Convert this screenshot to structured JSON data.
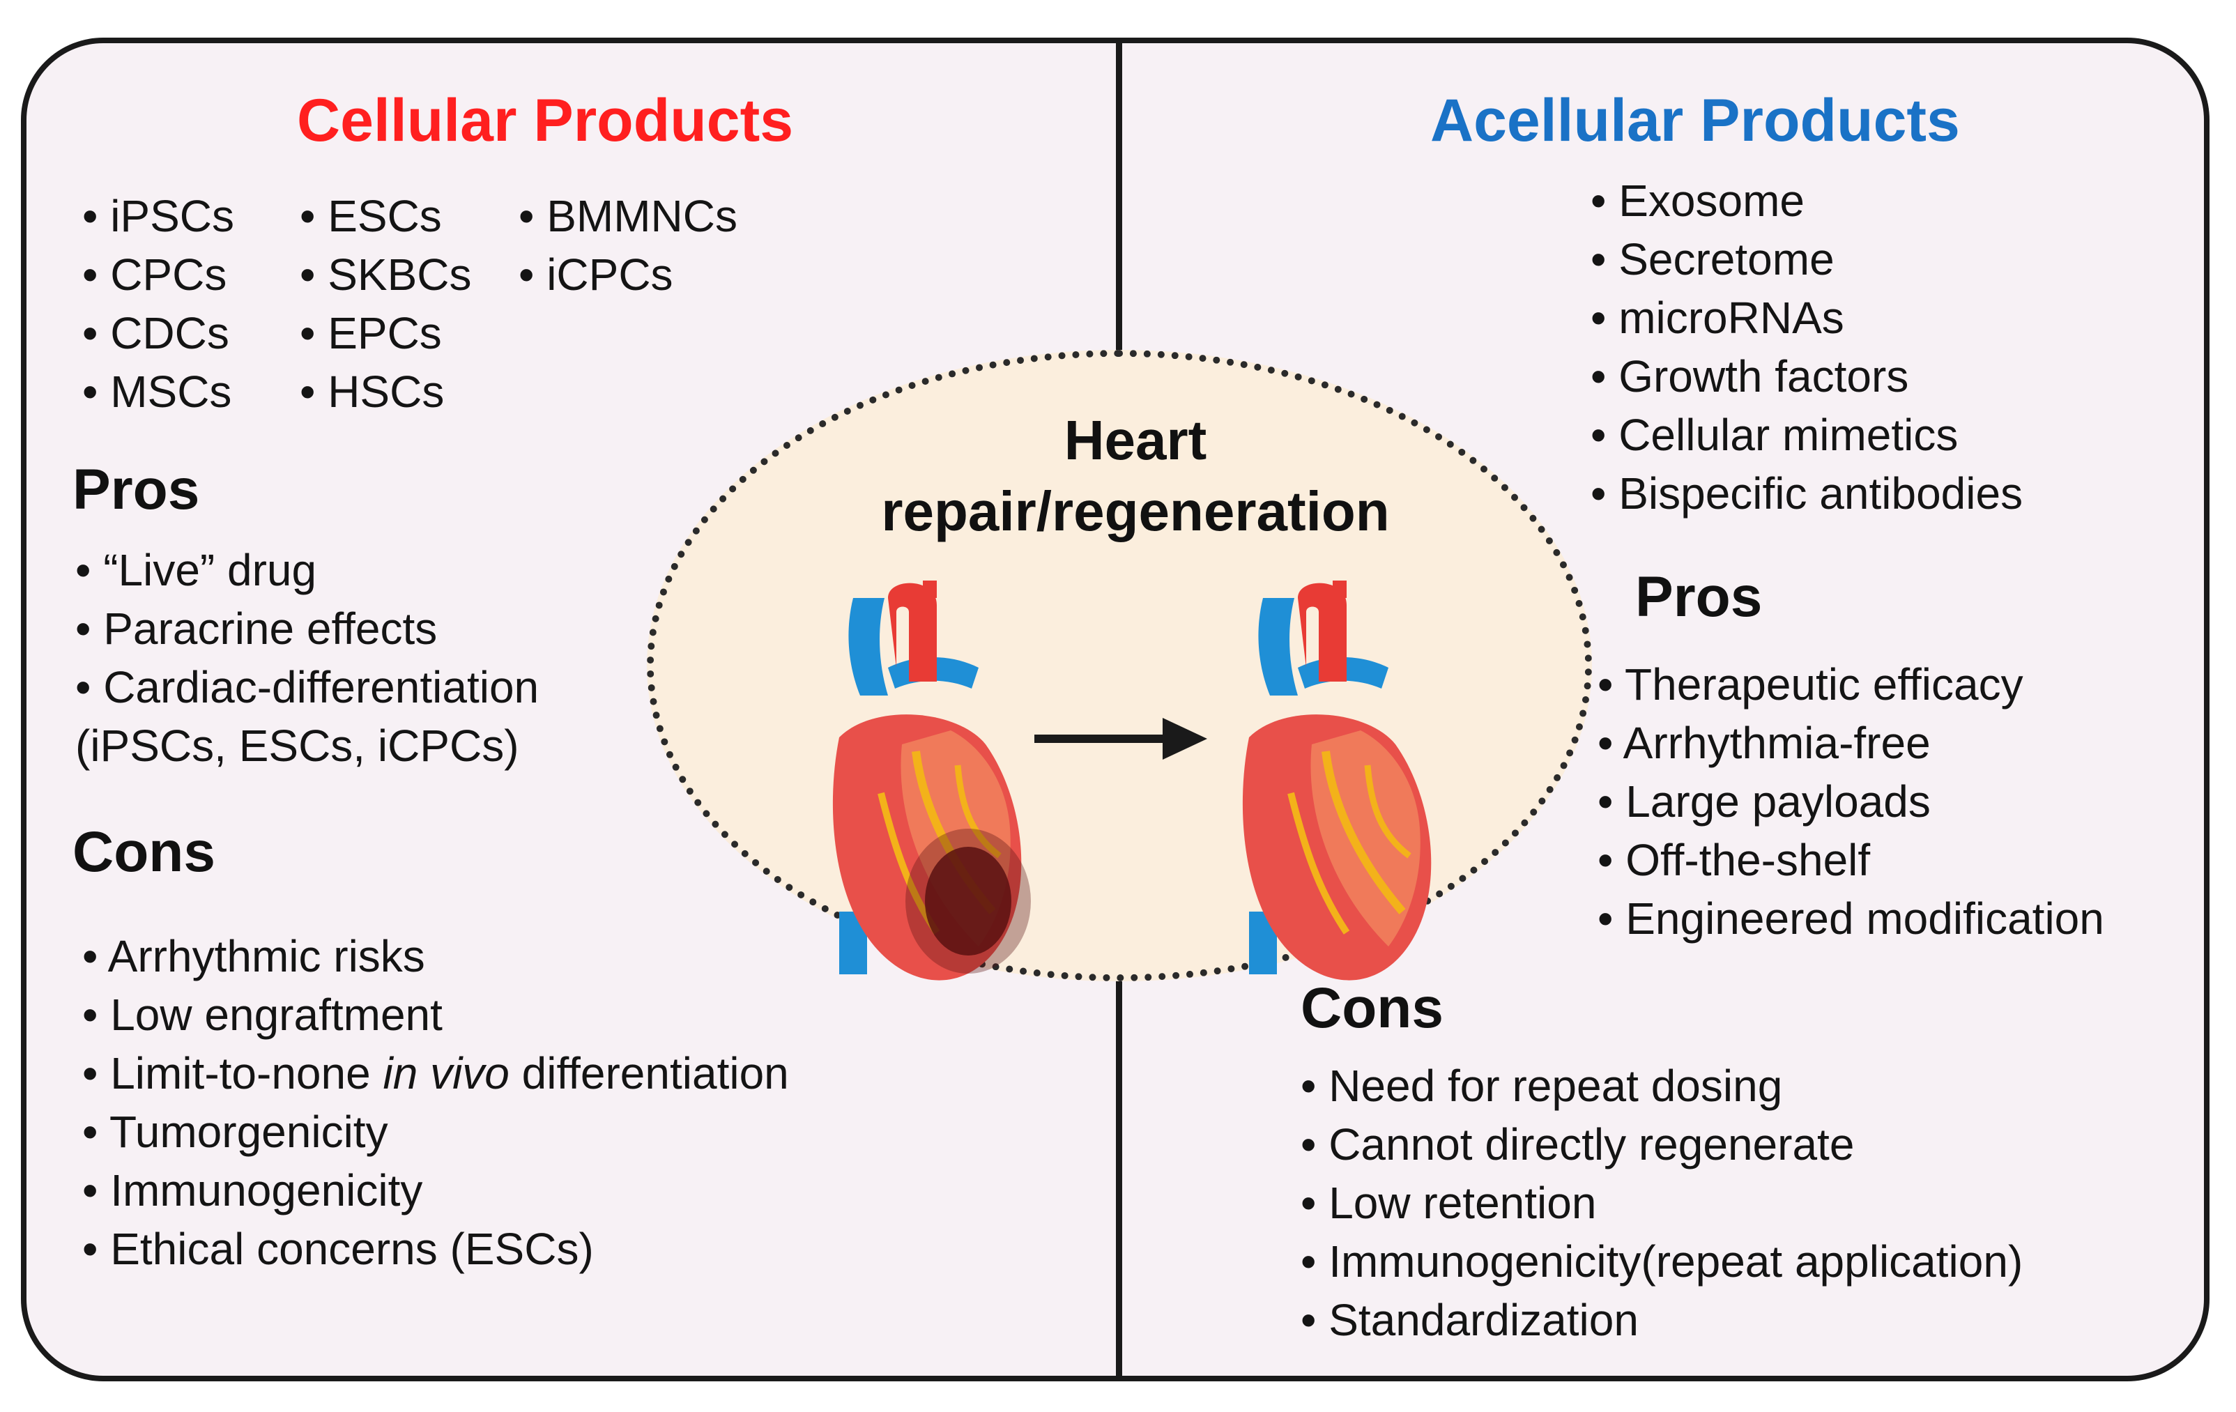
{
  "cellular": {
    "title": "Cellular Products",
    "cells_col1": [
      "iPSCs",
      "CPCs",
      "CDCs",
      "MSCs"
    ],
    "cells_col2": [
      "ESCs",
      "SKBCs",
      "EPCs",
      "HSCs"
    ],
    "cells_col3": [
      "BMMNCs",
      "iCPCs"
    ],
    "pros_heading": "Pros",
    "pros": [
      "“Live” drug",
      "Paracrine effects",
      "Cardiac-differentiation"
    ],
    "pros_note": "(iPSCs, ESCs, iCPCs)",
    "cons_heading": "Cons",
    "cons_a": [
      "Arrhythmic risks",
      "Low engraftment"
    ],
    "cons_limit_prefix": "Limit-to-none",
    "cons_limit_italic": "in vivo",
    "cons_limit_suffix": "differentiation",
    "cons_b": [
      "Tumorgenicity",
      "Immunogenicity",
      "Ethical concerns (ESCs)"
    ]
  },
  "acellular": {
    "title": "Acellular Products",
    "products": [
      "Exosome",
      "Secretome",
      "microRNAs",
      "Growth factors",
      "Cellular mimetics",
      "Bispecific antibodies"
    ],
    "pros_heading": "Pros",
    "pros": [
      "Therapeutic efficacy",
      "Arrhythmia-free",
      "Large payloads",
      "Off-the-shelf",
      "Engineered modification"
    ],
    "cons_heading": "Cons",
    "cons": [
      "Need for repeat dosing",
      "Cannot directly regenerate",
      "Low retention",
      "Immunogenicity(repeat application)",
      "Standardization"
    ]
  },
  "center": {
    "title_line1": "Heart",
    "title_line2": "repair/regeneration",
    "left_icon": "damaged-heart-icon",
    "right_icon": "healthy-heart-icon",
    "arrow_icon": "right-arrow-icon"
  },
  "colors": {
    "cellular_title": "#ff1f1f",
    "acellular_title": "#1a72c6",
    "panel_bg": "#f7f1f5",
    "ellipse_bg": "#fbeedd"
  }
}
